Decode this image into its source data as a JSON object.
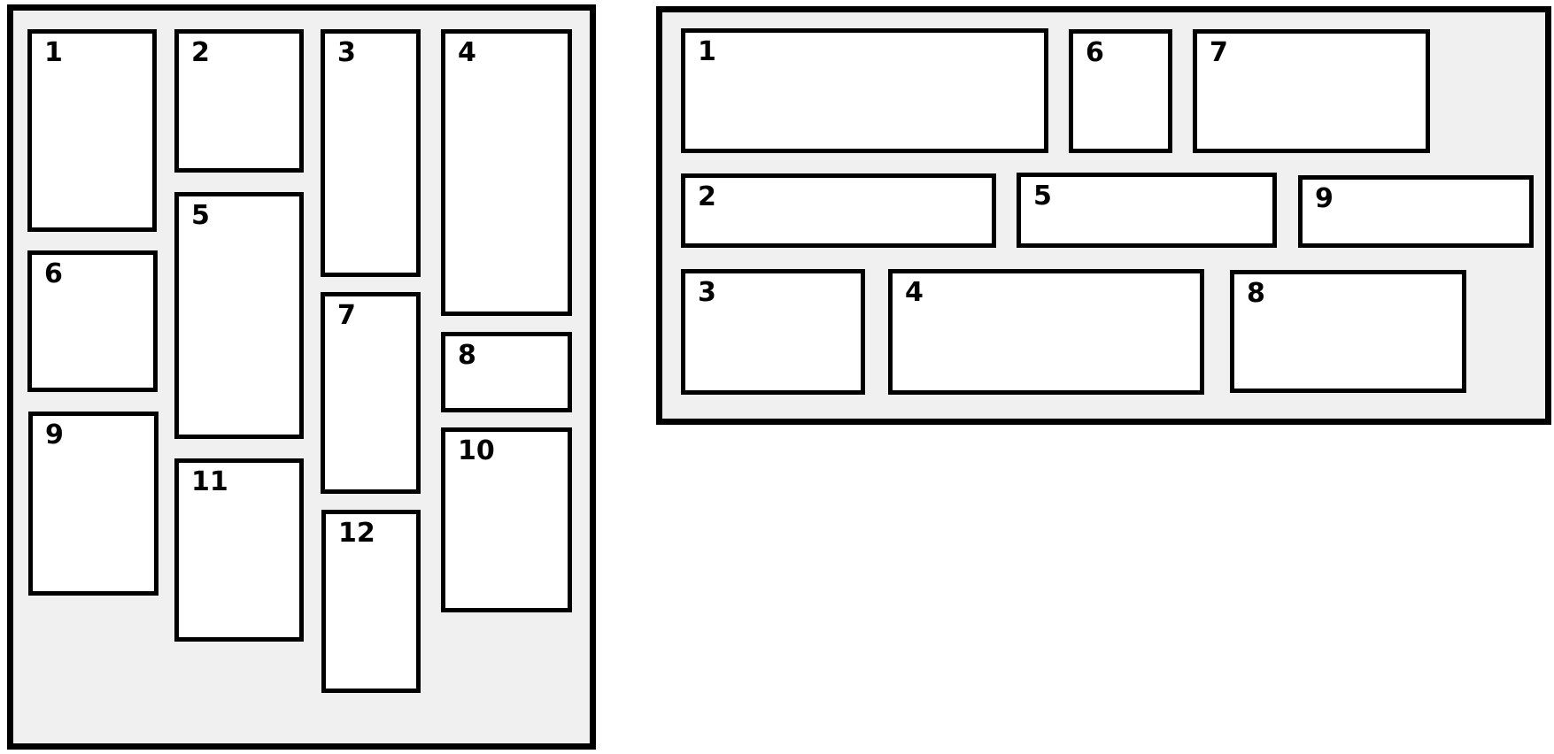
{
  "left_panel": {
    "items": [
      "1",
      "2",
      "3",
      "4",
      "5",
      "6",
      "7",
      "8",
      "9",
      "10",
      "11",
      "12"
    ]
  },
  "right_panel": {
    "items": [
      "1",
      "2",
      "3",
      "4",
      "5",
      "6",
      "7",
      "8",
      "9"
    ]
  },
  "colors": {
    "panel_background": "#f0f0f0",
    "box_background": "#ffffff",
    "border": "#000000"
  }
}
